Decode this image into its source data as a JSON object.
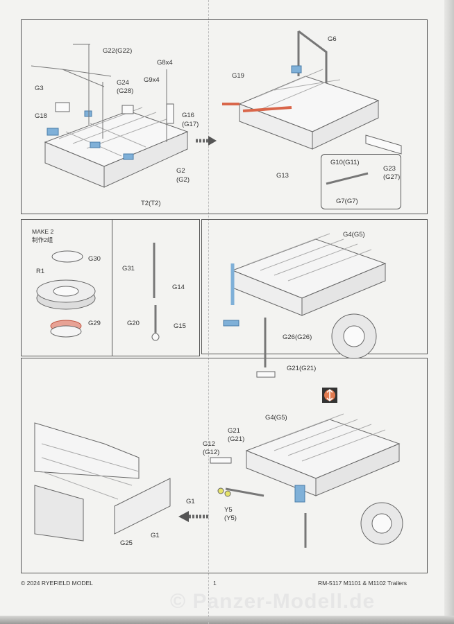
{
  "step1": {
    "labels": [
      "G22(G22)",
      "G8x4",
      "G3",
      "G24",
      "(G28)",
      "G9x4",
      "G18",
      "G16",
      "(G17)",
      "G2",
      "(G2)",
      "T2(T2)"
    ]
  },
  "step2": {
    "labels": [
      "G6",
      "G19",
      "G13",
      "G10(G11)",
      "G23",
      "(G27)",
      "G7(G7)"
    ]
  },
  "step3": {
    "make": "MAKE 2",
    "make_cn": "制作2组",
    "labels": [
      "G30",
      "R1",
      "G29"
    ]
  },
  "step4": {
    "labels": [
      "G31",
      "G14",
      "G20",
      "G15"
    ]
  },
  "step5": {
    "labels": [
      "G4(G5)",
      "G26(G26)",
      "G21(G21)"
    ]
  },
  "step6": {
    "labels": [
      "G4(G5)",
      "G21",
      "(G21)",
      "G12",
      "(G12)",
      "Y5",
      "(Y5)",
      "G1",
      "G1",
      "G25"
    ]
  },
  "footer": {
    "copyright": "© 2024 RYEFIELD MODEL",
    "page": "1",
    "product": "RM-5117 M1101 & M1102 Trailers",
    "watermark": "© Panzer-Modell.de"
  },
  "colors": {
    "highlight_blue": "#7fb0d8",
    "highlight_red": "#d9664a",
    "line": "#555555"
  }
}
